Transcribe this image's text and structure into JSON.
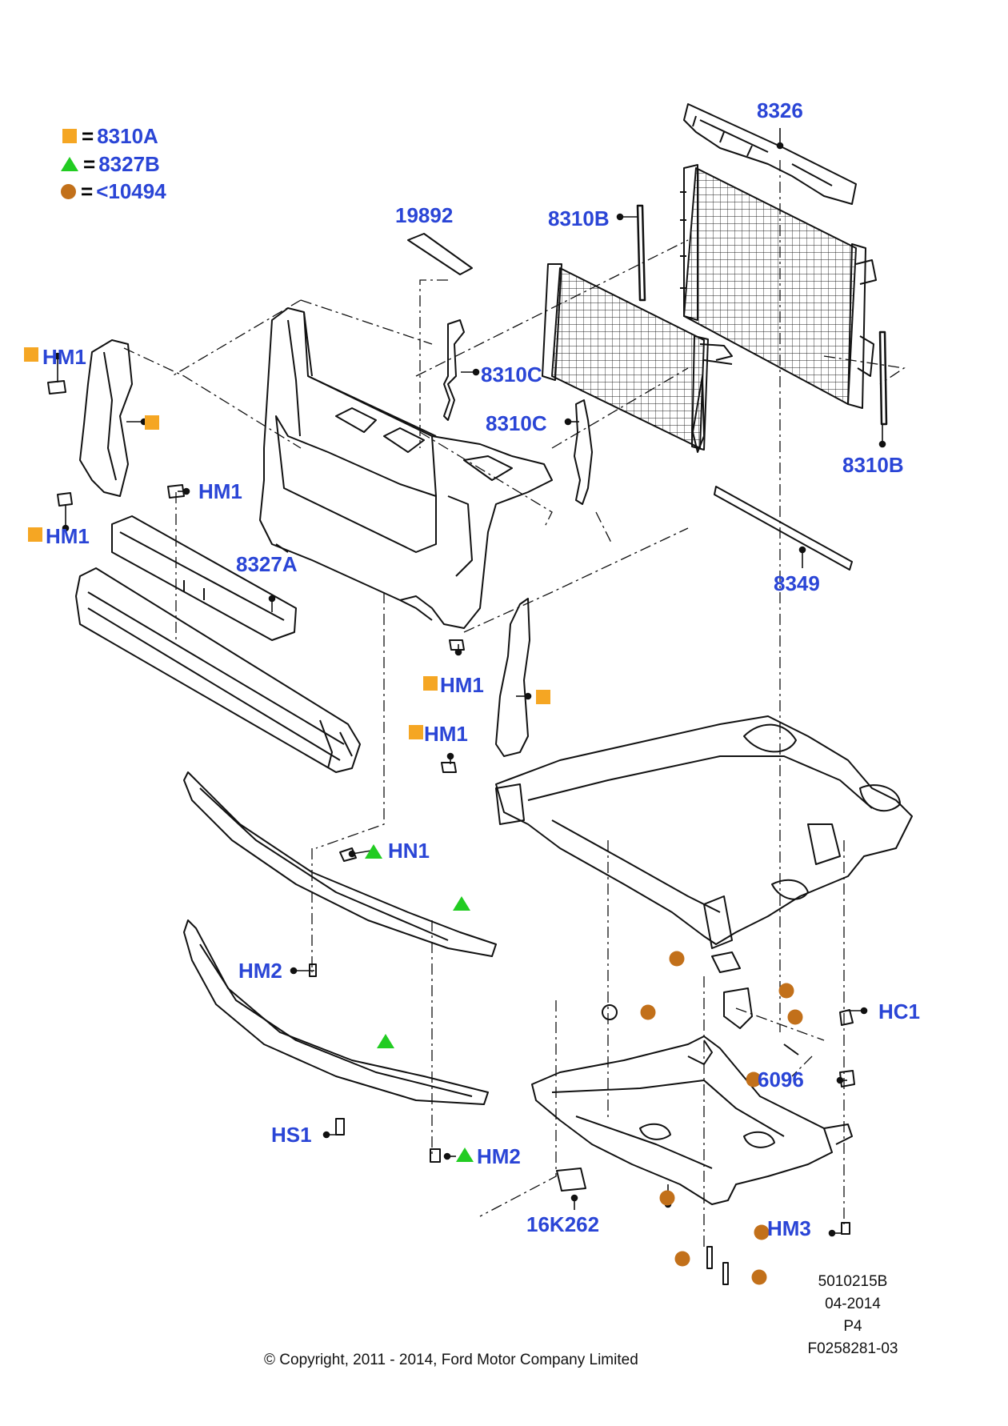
{
  "legend": [
    {
      "symbol": "square",
      "eq": "=",
      "code": "8310A",
      "color": "#f5a623"
    },
    {
      "symbol": "triangle",
      "eq": "=",
      "code": "8327B",
      "color": "#22cc22"
    },
    {
      "symbol": "circle",
      "eq": "=",
      "code": "<10494",
      "color": "#c2701a"
    }
  ],
  "callouts": {
    "c8326": "8326",
    "c19892": "19892",
    "c8310B_top": "8310B",
    "c8310C_1": "8310C",
    "c8310C_2": "8310C",
    "c8310B_right": "8310B",
    "cHM1_left_top": "HM1",
    "cHM1_left_bottom": "HM1",
    "cHM1_mid": "HM1",
    "c8327A": "8327A",
    "c8349": "8349",
    "cHM1_center_1": "HM1",
    "cHM1_center_2": "HM1",
    "cHN1": "HN1",
    "cHM2_left": "HM2",
    "cHS1": "HS1",
    "cHM2_bottom": "HM2",
    "cHC1": "HC1",
    "c6096": "6096",
    "c16K262": "16K262",
    "cHM3": "HM3"
  },
  "footer": {
    "ref_number": "5010215B",
    "date": "04-2014",
    "page": "P4",
    "figure_id": "F0258281-03",
    "copyright": "© Copyright, 2011 - 2014, Ford Motor Company Limited"
  },
  "colors": {
    "label": "#2a45d6",
    "square": "#f5a623",
    "triangle": "#22cc22",
    "circle": "#c2701a",
    "line": "#000000"
  }
}
